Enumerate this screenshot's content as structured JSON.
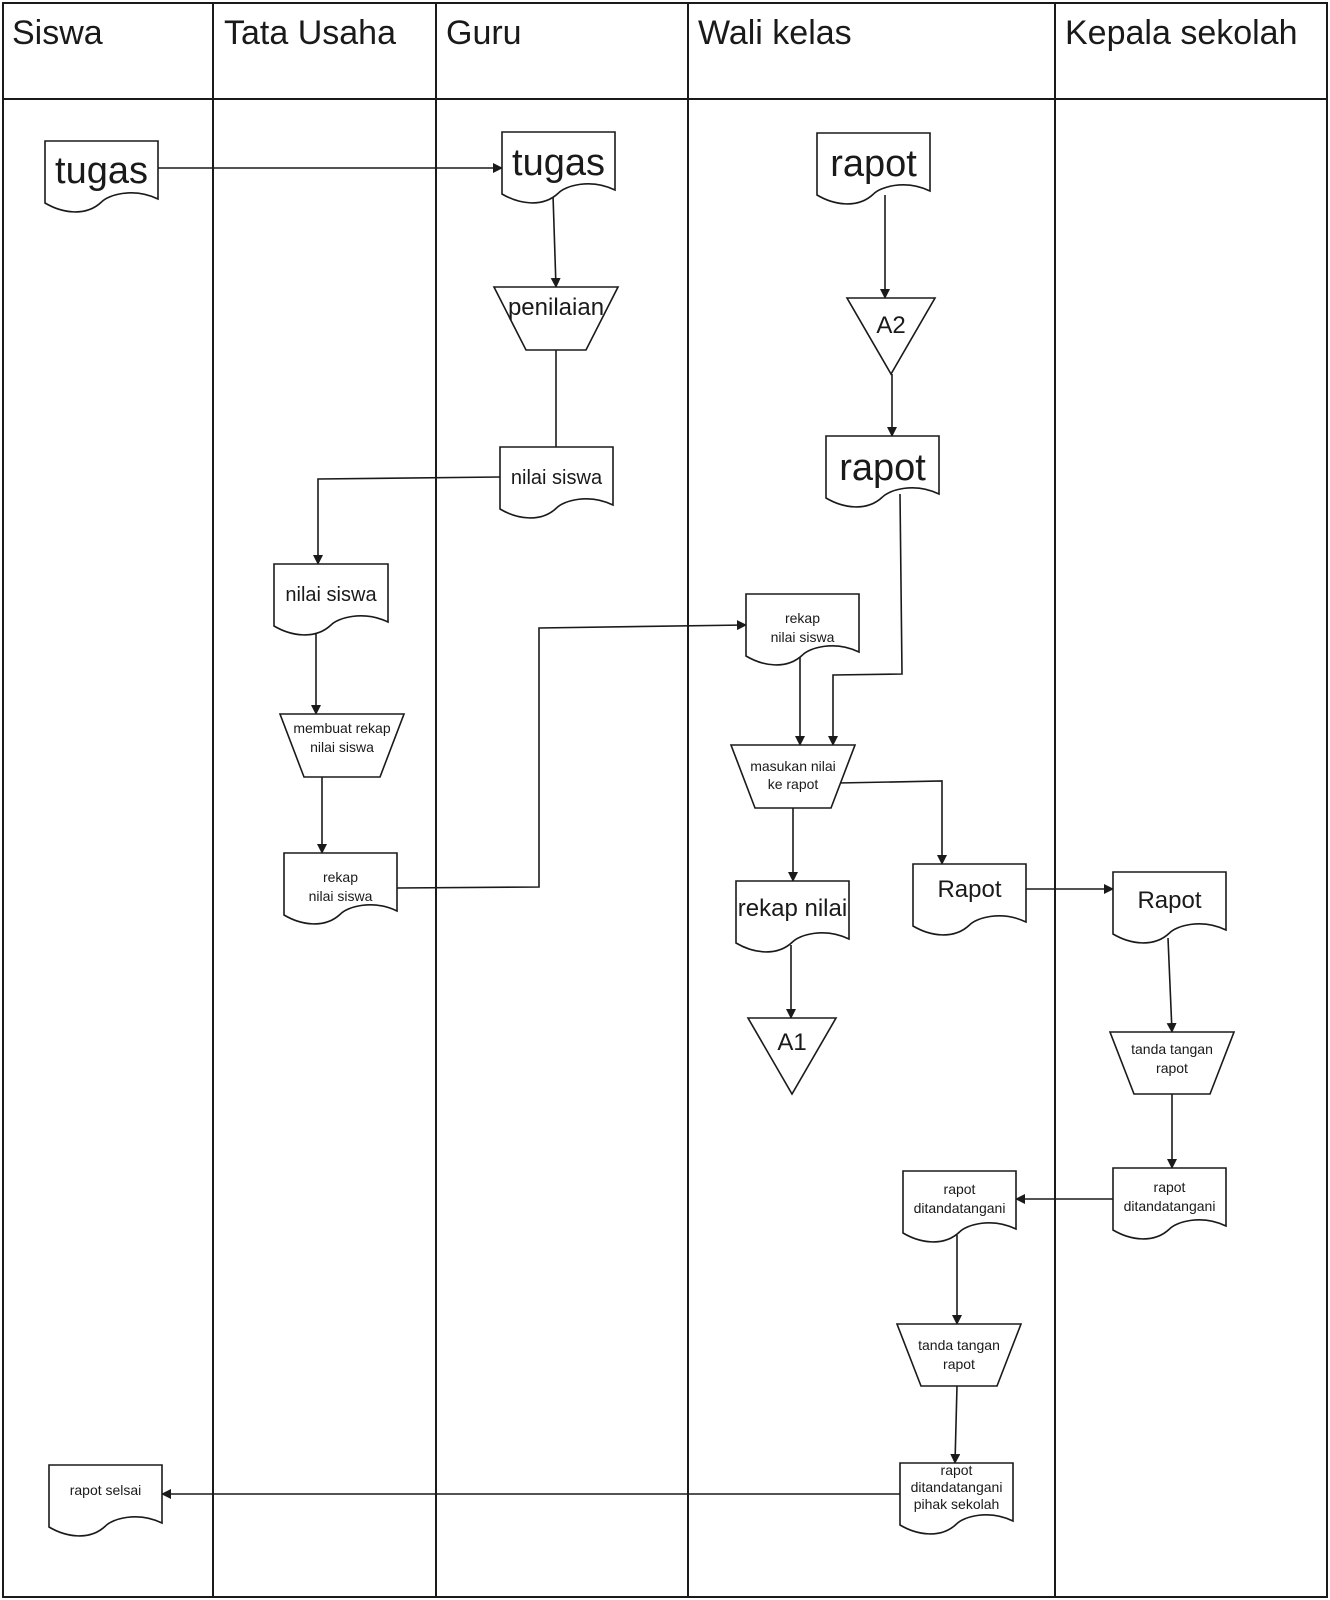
{
  "lanes": [
    "Siswa",
    "Tata Usaha",
    "Guru",
    "Wali kelas",
    "Kepala sekolah"
  ],
  "nodes": {
    "siswa_tugas": "tugas",
    "guru_tugas": "tugas",
    "guru_penilaian": "penilaian",
    "guru_nilai_siswa": "nilai siswa",
    "tu_nilai_siswa": "nilai siswa",
    "tu_membuat_rekap": [
      "membuat rekap",
      "nilai siswa"
    ],
    "tu_rekap": [
      "rekap",
      "nilai siswa"
    ],
    "wk_rapot_1": "rapot",
    "wk_a2": "A2",
    "wk_rapot_2": "rapot",
    "wk_rekap": [
      "rekap",
      "nilai siswa"
    ],
    "wk_masukan": [
      "masukan nilai",
      "ke rapot"
    ],
    "wk_rekap_nilai": "rekap nilai",
    "wk_a1": "A1",
    "wk_rapot_3": "Rapot",
    "ks_rapot": "Rapot",
    "ks_tanda_tangan": [
      "tanda tangan",
      "rapot"
    ],
    "ks_rapot_ttd": [
      "rapot",
      "ditandatangani"
    ],
    "wk_rapot_ttd": [
      "rapot",
      "ditandatangani"
    ],
    "wk_tanda_tangan": [
      "tanda tangan",
      "rapot"
    ],
    "wk_rapot_ttd_sekolah": [
      "rapot",
      "ditandatangani",
      "pihak sekolah"
    ],
    "siswa_rapot_selesai": "rapot selsai"
  }
}
